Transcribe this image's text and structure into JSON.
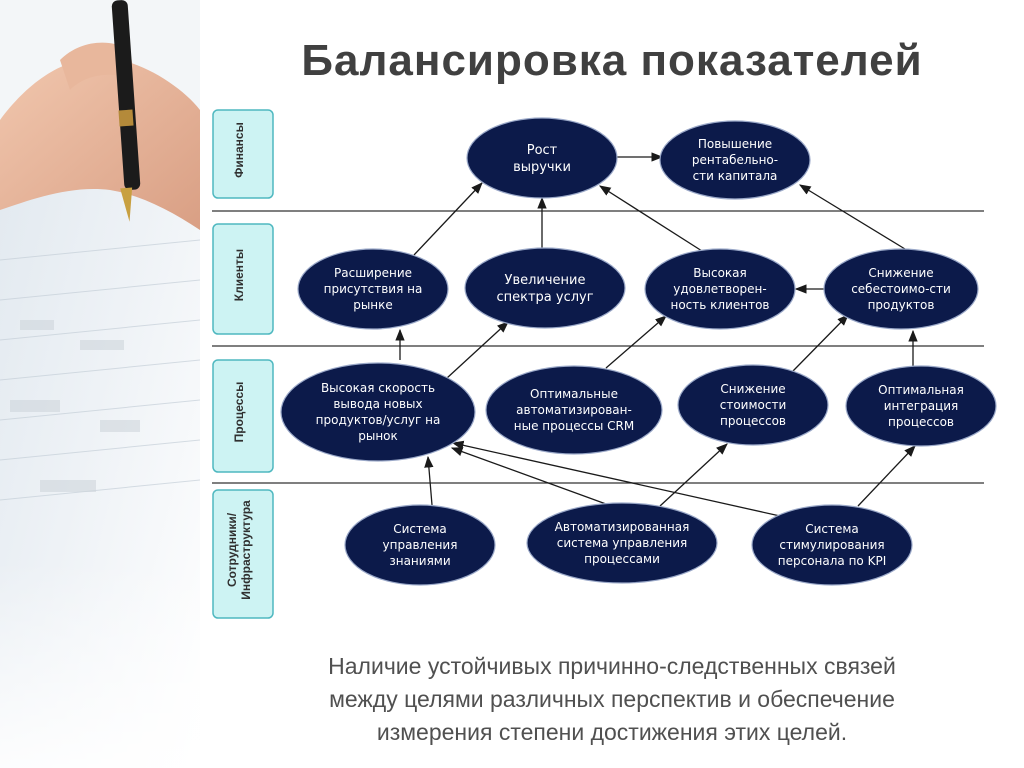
{
  "title": "Балансировка показателей",
  "lanes": [
    {
      "id": "finance",
      "label": [
        "Финансы"
      ]
    },
    {
      "id": "clients",
      "label": [
        "Клиенты"
      ]
    },
    {
      "id": "processes",
      "label": [
        "Процессы"
      ]
    },
    {
      "id": "staff",
      "label": [
        "Сотрудники/",
        "Инфраструктура"
      ]
    }
  ],
  "nodes": [
    {
      "id": "revenue",
      "lines": [
        "Рост",
        "выручки"
      ]
    },
    {
      "id": "roe",
      "lines": [
        "Повышение",
        "рентабельно-",
        "сти капитала"
      ]
    },
    {
      "id": "presence",
      "lines": [
        "Расширение",
        "присутствия на",
        "рынке"
      ]
    },
    {
      "id": "range",
      "lines": [
        "Увеличение",
        "спектра услуг"
      ]
    },
    {
      "id": "satisfaction",
      "lines": [
        "Высокая",
        "удовлетворен-",
        "ность клиентов"
      ]
    },
    {
      "id": "costdown",
      "lines": [
        "Снижение",
        "себестоимо-сти",
        "продуктов"
      ]
    },
    {
      "id": "speed",
      "lines": [
        "Высокая скорость",
        "вывода новых",
        "продуктов/услуг на",
        "рынок"
      ]
    },
    {
      "id": "crm",
      "lines": [
        "Оптимальные",
        "автоматизирован-",
        "ные процессы CRM"
      ]
    },
    {
      "id": "proccost",
      "lines": [
        "Снижение",
        "стоимости",
        "процессов"
      ]
    },
    {
      "id": "integration",
      "lines": [
        "Оптимальная",
        "интеграция",
        "процессов"
      ]
    },
    {
      "id": "km",
      "lines": [
        "Система",
        "управления",
        "знаниями"
      ]
    },
    {
      "id": "bpm",
      "lines": [
        "Автоматизированная",
        "система управления",
        "процессами"
      ]
    },
    {
      "id": "kpi",
      "lines": [
        "Система",
        "стимулирования",
        "персонала по KPI"
      ]
    }
  ],
  "edges": [
    {
      "from": "revenue",
      "to": "roe"
    },
    {
      "from": "presence",
      "to": "revenue"
    },
    {
      "from": "range",
      "to": "revenue"
    },
    {
      "from": "satisfaction",
      "to": "revenue"
    },
    {
      "from": "costdown",
      "to": "roe"
    },
    {
      "from": "costdown",
      "to": "satisfaction"
    },
    {
      "from": "speed",
      "to": "presence"
    },
    {
      "from": "speed",
      "to": "range"
    },
    {
      "from": "crm",
      "to": "satisfaction"
    },
    {
      "from": "proccost",
      "to": "costdown"
    },
    {
      "from": "integration",
      "to": "costdown"
    },
    {
      "from": "km",
      "to": "speed"
    },
    {
      "from": "bpm",
      "to": "speed"
    },
    {
      "from": "bpm",
      "to": "proccost"
    },
    {
      "from": "kpi",
      "to": "speed"
    },
    {
      "from": "kpi",
      "to": "integration"
    }
  ],
  "caption": [
    "Наличие устойчивых причинно-следственных связей",
    "между целями различных перспектив и обеспечение",
    "измерения степени достижения этих целей."
  ],
  "colors": {
    "node_fill": "#0c1a4a",
    "node_stroke": "#9aa8c8",
    "lane_fill": "#cdf3f3",
    "lane_stroke": "#4fb8c0",
    "separator": "#333333",
    "arrow": "#1a1a1a",
    "title": "#404040",
    "caption": "#505050"
  }
}
